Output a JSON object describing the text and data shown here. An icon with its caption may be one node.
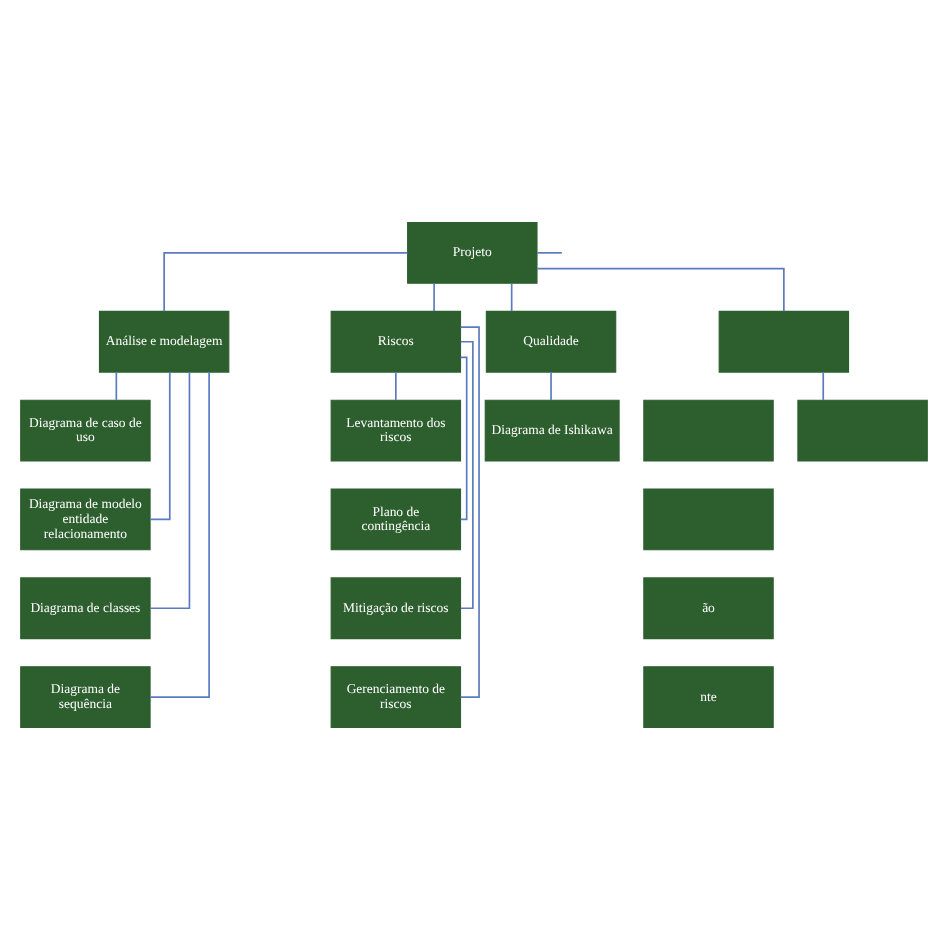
{
  "diagram": {
    "nodes": [
      {
        "text": [
          "Projeto"
        ]
      },
      {
        "text": [
          "Análise e modelagem"
        ]
      },
      {
        "text": [
          "Riscos"
        ]
      },
      {
        "text": [
          "Qualidade"
        ]
      },
      {
        "text": [],
        "shape": "box"
      },
      {
        "text": [],
        "shape": "box"
      },
      {
        "text": [
          "Diagrama de caso de uso"
        ]
      },
      {
        "text": [
          "Levantamento dos riscos"
        ]
      },
      {
        "text": [
          "Diagrama de Ishikawa"
        ]
      },
      {
        "text": [],
        "shape": "box"
      },
      {
        "text": [],
        "shape": "box"
      },
      {
        "text": [
          "Diagrama de modelo entidade relacionamento"
        ]
      },
      {
        "text": [
          "Plano de contingência"
        ]
      },
      {
        "text": [
          "ão"
        ]
      },
      {
        "text": [
          "Diagrama de classes"
        ]
      },
      {
        "text": [
          "Mitigação de riscos"
        ]
      },
      {
        "text": [
          "nte"
        ]
      },
      {
        "text": [
          "Diagrama de sequência"
        ]
      },
      {
        "text": [
          "Gerenciamento de riscos"
        ]
      }
    ],
    "edges": [
      {
        "from": 0,
        "to": null,
        "arrow": "none"
      },
      {
        "from": 0,
        "to": 1,
        "arrow": "none"
      },
      {
        "from": 0,
        "to": 2,
        "arrow": "none"
      },
      {
        "from": 0,
        "to": 3,
        "arrow": "none"
      },
      {
        "from": 0,
        "to": 4,
        "arrow": "none"
      },
      {
        "from": 1,
        "to": 6,
        "arrow": "none"
      },
      {
        "from": 1,
        "to": 11,
        "arrow": "none"
      },
      {
        "from": 1,
        "to": 14,
        "arrow": "none"
      },
      {
        "from": 1,
        "to": 17,
        "arrow": "none"
      },
      {
        "from": 2,
        "to": 7,
        "arrow": "none"
      },
      {
        "from": 2,
        "to": 12,
        "arrow": "none"
      },
      {
        "from": 2,
        "to": 15,
        "arrow": "none"
      },
      {
        "from": 2,
        "to": 18,
        "arrow": "none"
      },
      {
        "from": 3,
        "to": 8,
        "arrow": "none"
      },
      {
        "from": 4,
        "to": 9,
        "arrow": "none"
      }
    ]
  }
}
